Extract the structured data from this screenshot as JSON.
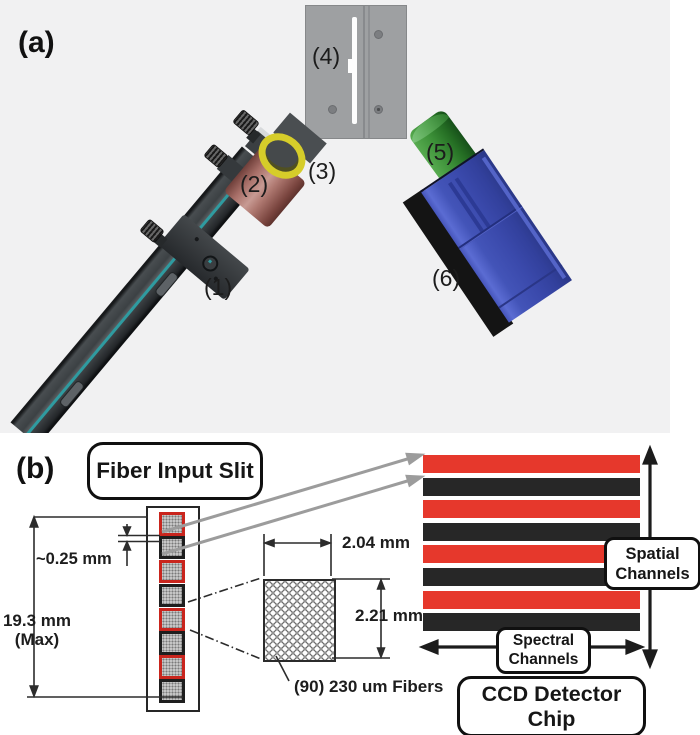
{
  "panel_a": {
    "label": "(a)",
    "parts": {
      "p1": "(1)",
      "p2": "(2)",
      "p3": "(3)",
      "p4": "(4)",
      "p5": "(5)",
      "p6": "(6)"
    }
  },
  "panel_b": {
    "label": "(b)",
    "fiber_input_slit_label": "Fiber Input Slit",
    "dims": {
      "gap": "~0.25 mm",
      "height": "19.3 mm",
      "height_note": "(Max)",
      "width": "2.04 mm",
      "block_height": "2.21 mm",
      "fibers_note": "(90) 230 um Fibers"
    },
    "slit": {
      "squares": [
        "red",
        "black",
        "red",
        "black",
        "red",
        "black",
        "red",
        "black"
      ]
    },
    "ccd": {
      "stripes": [
        "red",
        "black",
        "red",
        "black",
        "red",
        "black",
        "red",
        "black"
      ]
    },
    "spatial": {
      "line1": "Spatial",
      "line2": "Channels"
    },
    "spectral": {
      "line1": "Spectral",
      "line2": "Channels"
    },
    "ccd_label": "CCD Detector Chip"
  },
  "colors": {
    "panel_a_bg": "#f1f1f2",
    "stripe_red": "#e6382c",
    "stripe_black": "#272727",
    "slit_red": "#c9251d",
    "slit_black": "#1e1e1e",
    "fiber_teal": "#2f9ba0",
    "ferrule_pink": "#b5827d",
    "ring_yellow": "#d6cd2a",
    "plate_gray": "#9ea0a2",
    "coupler_green": "#3c9038",
    "spectrograph_blue": "#3a49ab"
  }
}
